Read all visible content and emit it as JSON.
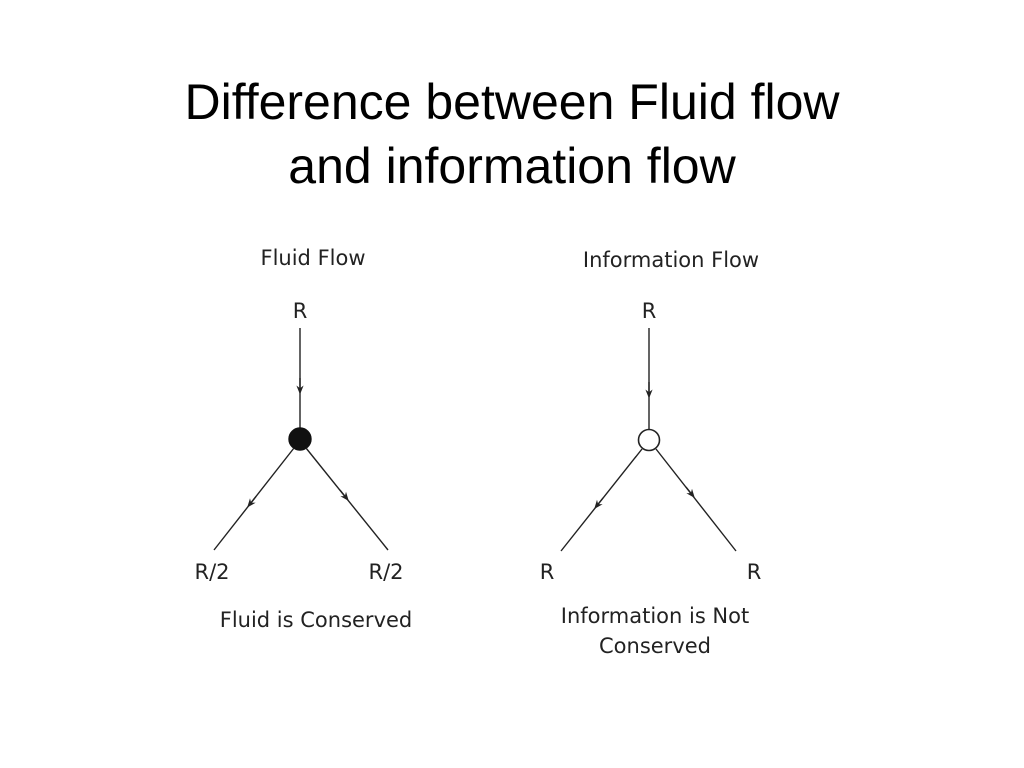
{
  "title": {
    "line1": "Difference between Fluid flow",
    "line2": "and information flow"
  },
  "fluid": {
    "heading": "Fluid Flow",
    "input_label": "R",
    "output_left": "R/2",
    "output_right": "R/2",
    "caption": "Fluid is Conserved",
    "node_style": "filled"
  },
  "information": {
    "heading": "Information Flow",
    "input_label": "R",
    "output_left": "R",
    "output_right": "R",
    "caption_line1": "Information is Not",
    "caption_line2": "Conserved",
    "node_style": "hollow"
  },
  "colors": {
    "ink": "#222222",
    "background": "#ffffff"
  }
}
